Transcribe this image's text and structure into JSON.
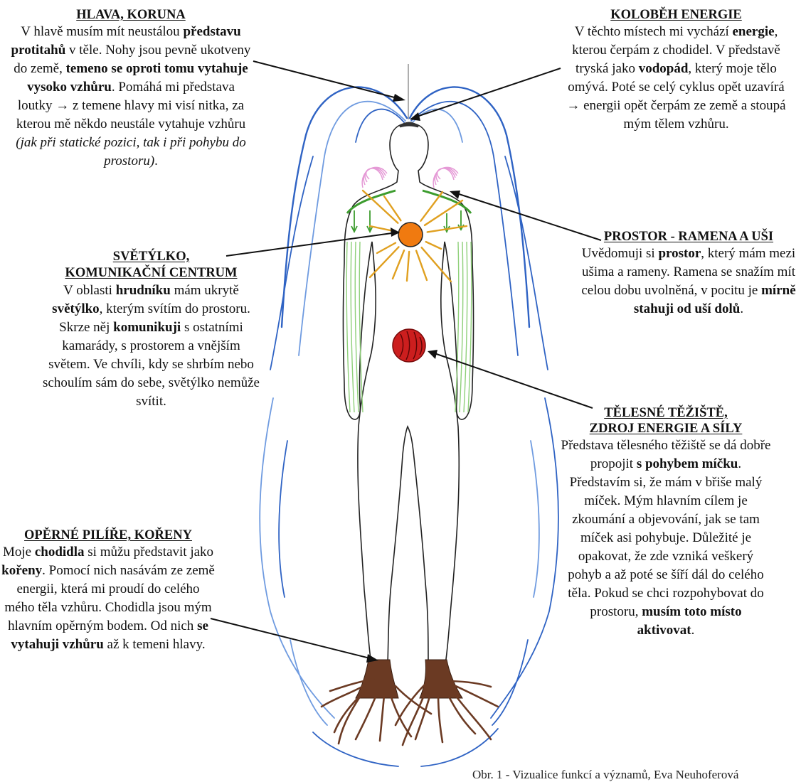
{
  "koruna": {
    "title": "HLAVA, KORUNA",
    "segments": [
      {
        "t": "V hlavě musím mít neustálou "
      },
      {
        "t": "představu protitahů",
        "b": true
      },
      {
        "t": " v těle. Nohy jsou pevně ukotveny do země, "
      },
      {
        "t": "temeno se oproti tomu vytahuje vysoko vzhůru",
        "b": true
      },
      {
        "t": ". Pomáhá mi představa loutky → z temene hlavy mi visí nitka, za kterou mě někdo neustále vytahuje vzhůru "
      },
      {
        "t": "(jak při statické pozici, tak i při pohybu do prostoru)",
        "i": true
      },
      {
        "t": "."
      }
    ]
  },
  "svetylko": {
    "title_line1": "SVĚTÝLKO,",
    "title_line2": "KOMUNIKAČNÍ CENTRUM",
    "segments": [
      {
        "t": "V oblasti "
      },
      {
        "t": "hrudníku",
        "b": true
      },
      {
        "t": " mám ukrytě "
      },
      {
        "t": "světýlko",
        "b": true
      },
      {
        "t": ", kterým svítím do prostoru. Skrze něj "
      },
      {
        "t": "komunikuji",
        "b": true
      },
      {
        "t": " s ostatními kamarády, s prostorem a vnějším světem. Ve chvíli, kdy se shrbím nebo schoulím sám do sebe, světýlko nemůže svítit."
      }
    ]
  },
  "korene": {
    "title": "OPĚRNÉ PILÍŘE, KOŘENY",
    "segments": [
      {
        "t": "Moje "
      },
      {
        "t": "chodidla",
        "b": true
      },
      {
        "t": " si můžu představit jako "
      },
      {
        "t": "kořeny",
        "b": true
      },
      {
        "t": ". Pomocí nich nasávám ze země energii, která mi proudí do celého mého těla vzhůru. Chodidla jsou mým hlavním opěrným bodem. Od nich "
      },
      {
        "t": "se vytahuji vzhůru",
        "b": true
      },
      {
        "t": " až k temeni hlavy."
      }
    ]
  },
  "energie": {
    "title": "KOLOBĚH ENERGIE",
    "segments": [
      {
        "t": "V těchto místech mi vychází "
      },
      {
        "t": "energie",
        "b": true
      },
      {
        "t": ", kterou čerpám z chodidel. V představě tryská jako "
      },
      {
        "t": "vodopád",
        "b": true
      },
      {
        "t": ", který moje tělo omývá. Poté se celý cyklus opět uzavírá → energii opět čerpám ze země a stoupá mým tělem vzhůru."
      }
    ]
  },
  "prostor": {
    "title": "PROSTOR - RAMENA  A UŠI",
    "segments": [
      {
        "t": "Uvědomuji si "
      },
      {
        "t": "prostor",
        "b": true
      },
      {
        "t": ", který mám mezi ušima a rameny. Ramena se snažím mít celou dobu uvolněná, v pocitu je "
      },
      {
        "t": "mírně stahuji od uší dolů",
        "b": true
      },
      {
        "t": "."
      }
    ]
  },
  "teziste": {
    "title_line1": "TĚLESNÉ TĚŽIŠTĚ,",
    "title_line2": "ZDROJ ENERGIE A SÍLY",
    "segments": [
      {
        "t": "Představa tělesného těžiště se dá dobře propojit "
      },
      {
        "t": "s pohybem míčku",
        "b": true
      },
      {
        "t": ". Představím si, že mám v břiše malý míček. Mým hlavním cílem je zkoumání a objevování, jak se tam míček asi pohybuje. Důležité je opakovat, že zde vzniká veškerý pohyb a až poté se šíří dál do celého těla. Pokud se chci rozpohybovat do prostoru, "
      },
      {
        "t": "musím toto místo aktivovat",
        "b": true
      },
      {
        "t": "."
      }
    ]
  },
  "caption": "Obr. 1 - Vizualice funkcí a významů, Eva Neuhoferová",
  "colors": {
    "water": "#2f63c4",
    "water_light": "#6f9be0",
    "shoulder": "#3c9c2e",
    "arm_lines": "#8fd07a",
    "rays": "#e0a020",
    "chest_light": "#f07a10",
    "belly_ball": "#cc1e1e",
    "roots": "#6b3a23",
    "ears_pink": "#e59ad6",
    "outline": "#222222"
  }
}
